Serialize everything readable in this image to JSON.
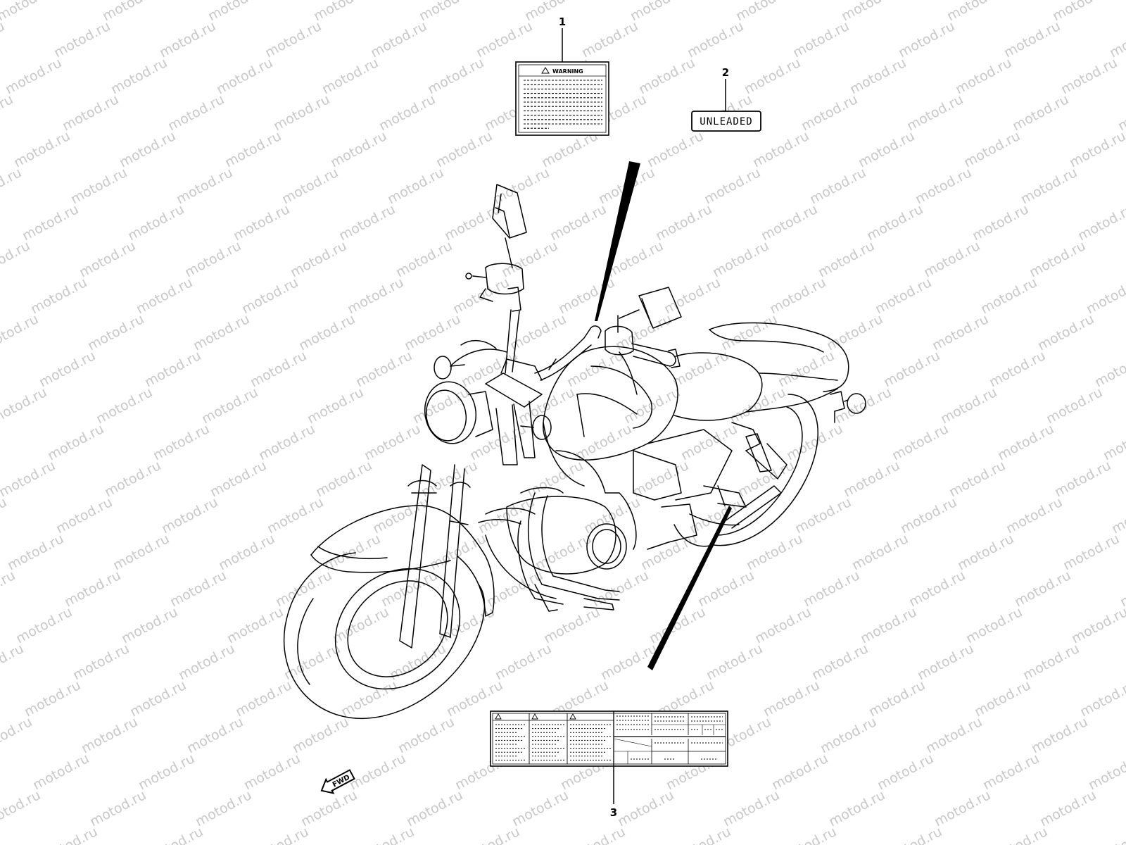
{
  "watermark": {
    "text": "motod.ru"
  },
  "callouts": [
    {
      "number": "1",
      "label_text": "WARNING"
    },
    {
      "number": "2",
      "label_text": "UNLEADED"
    },
    {
      "number": "3",
      "label_text": ""
    }
  ],
  "direction_marker": {
    "text": "FWD"
  },
  "colors": {
    "line": "#000000",
    "watermark": "#c8c8c8",
    "background": "#ffffff"
  },
  "icons": {
    "warning": "warning-triangle-icon",
    "direction": "fwd-arrow-icon"
  }
}
